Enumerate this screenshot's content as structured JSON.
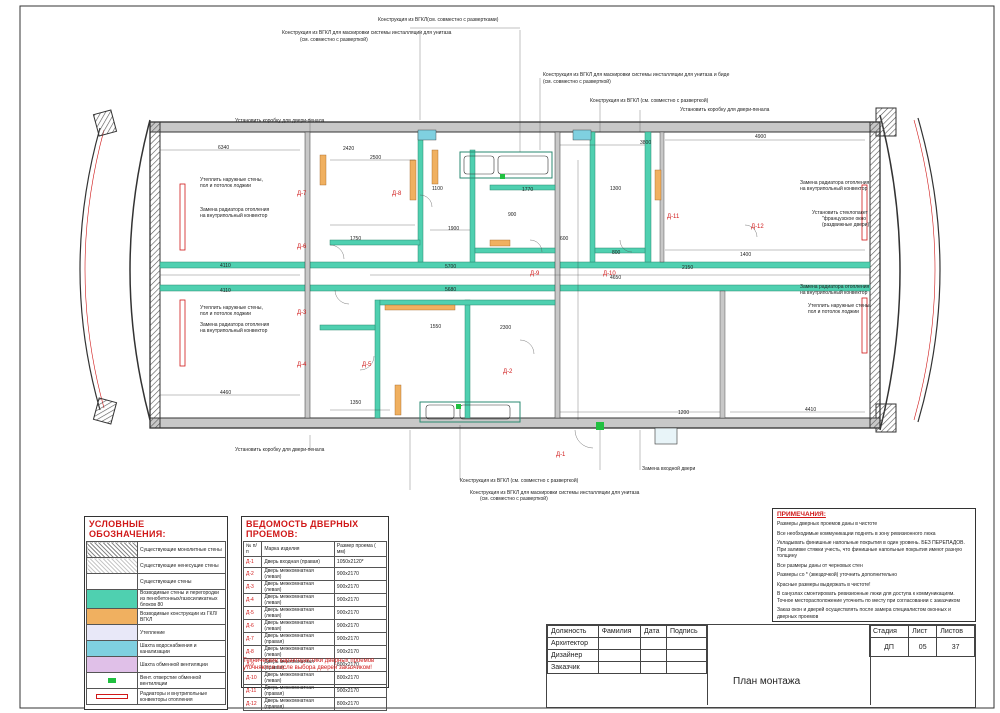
{
  "top_notes": [
    "Конструкция из ВГКЛ(см. совместно с развертками)",
    "Конструкция из ВГКЛ для маскировки системы инсталляции для унитаза",
    "(см. совместно с разверткой)",
    "Конструкция из ВГКЛ для маскировки системы инсталляции для унитаза и биде",
    "(см. совместно с разверткой)",
    "Конструкция из ВГКЛ (см. совместно с разверткой)",
    "Установить коробку для двери-пенала",
    "Установить коробку для двери-пенала"
  ],
  "side_notes": [
    "Утеплить наружные стены,",
    "пол и потолок лоджии",
    "Замена радиатора отопления",
    "на внутрипольный конвектор",
    "Утеплить наружные стены,",
    "пол и потолок лоджии",
    "Замена радиатора отопления",
    "на внутрипольный конвектор",
    "Замена радиатора отопления",
    "на внутрипольный конвектор",
    "Установить стеклопакет",
    "\"французское окно",
    "(раздвижные двери)\"",
    "Замена радиатора отопления",
    "на внутрипольный конвектор",
    "Утеплить наружные стены,",
    "пол и потолок лоджии"
  ],
  "bottom_notes": [
    "Установить коробку для двери-пенала",
    "Конструкция из ВГКЛ (см. совместно с разверткой)",
    "Конструкция из ВГКЛ для маскировки системы инсталляции для унитаза",
    "(см. совместно с разверткой)",
    "Замена входной двери"
  ],
  "door_tags": [
    "Д-1",
    "Д-2",
    "Д-3",
    "Д-4",
    "Д-5",
    "Д-6",
    "Д-7",
    "Д-8",
    "Д-9",
    "Д-10",
    "Д-11",
    "Д-12"
  ],
  "dimensions": [
    "6340",
    "2420",
    "2500",
    "4110",
    "4110",
    "4460",
    "5700",
    "5680",
    "4900",
    "3800",
    "4410",
    "4650",
    "1900",
    "2300",
    "1350",
    "2150",
    "1770",
    "1100",
    "900",
    "800",
    "600",
    "1750",
    "1550",
    "1400",
    "1300",
    "1200"
  ],
  "legend": {
    "title": "УСЛОВНЫЕ ОБОЗНАЧЕНИЯ:",
    "items": [
      {
        "label": "Существующие монолитные стены",
        "color": "#8a8a8a",
        "pattern": "hatch"
      },
      {
        "label": "Существующие ненесущие стены",
        "color": "#c8c8c8",
        "pattern": "hatch"
      },
      {
        "label": "Существующие стены",
        "color": "#ffffff",
        "pattern": "plain"
      },
      {
        "label": "Возводимые стены и перегородки из пенобетонных/газосиликатных блоков 80",
        "color": "#4fd0b0",
        "pattern": "fill"
      },
      {
        "label": "Возводимые конструкции из ГКЛ/ВГКЛ",
        "color": "#f0b060",
        "pattern": "fill"
      },
      {
        "label": "Утепление",
        "color": "#e8e8f8",
        "pattern": "fill"
      },
      {
        "label": "Шахта водоснабжения и канализации",
        "color": "#7fd0e0",
        "pattern": "fill"
      },
      {
        "label": "Шахта обменной вентиляции",
        "color": "#e0c0e8",
        "pattern": "fill"
      },
      {
        "label": "Вент. отверстие обменной вентиляции",
        "color": "#20c040",
        "pattern": "fill"
      },
      {
        "label": "Радиаторы и внутрипольные конвекторы отопления",
        "color": "#d01818",
        "pattern": "outline"
      }
    ]
  },
  "doors": {
    "title": "ВЕДОМОСТЬ ДВЕРНЫХ ПРОЕМОВ:",
    "headers": [
      "№ п/п",
      "Марка изделия",
      "Размер проема ( мм)"
    ],
    "rows": [
      [
        "Д-1",
        "Дверь входная (правая)",
        "1050х2120*"
      ],
      [
        "Д-2",
        "Дверь межкомнатная (левая)",
        "900х2170"
      ],
      [
        "Д-3",
        "Дверь межкомнатная (левая)",
        "900х2170"
      ],
      [
        "Д-4",
        "Дверь межкомнатная (левая)",
        "900х2170"
      ],
      [
        "Д-5",
        "Дверь межкомнатная (левая)",
        "900х2170"
      ],
      [
        "Д-6",
        "Дверь межкомнатная (левая)",
        "900х2170"
      ],
      [
        "Д-7",
        "Дверь межкомнатная (правая)",
        "900х2170"
      ],
      [
        "Д-8",
        "Дверь межкомнатная (левая)",
        "900х2170"
      ],
      [
        "Д-9",
        "Дверь межкомнатная (правая)",
        "800х2170"
      ],
      [
        "Д-10",
        "Дверь межкомнатная (левая)",
        "800х2170"
      ],
      [
        "Д-11",
        "Дверь межкомнатная (правая)",
        "900х2170"
      ],
      [
        "Д-12",
        "Дверь межкомнатная (правая)",
        "800х2170"
      ]
    ],
    "footnote": "Технические характеристики дверных проемов уточняются после выбора дверей заказчиком!"
  },
  "notes": {
    "title": "ПРИМЕЧАНИЯ:",
    "items": [
      "Размеры дверных проемов даны в чистоте",
      "Все необходимые коммуникации поднять в зону ревизионного люка",
      "Укладывать финишные напольные покрытия в один уровень. БЕЗ ПЕРЕПАДОВ. При заливке стяжки учесть, что финишные напольные покрытия имеют разную толщину",
      "Все размеры даны от черновых стен",
      "Размеры со * (звездочкой) уточнить дополнительно",
      "Красные размеры выдержать в чистоте!",
      "В санузлах смонтировать ревизионные люки для доступа к коммуникациям. Точное месторасположение уточнить по месту при согласовании с заказчиком",
      "Заказ окон и дверей осуществлять после замера специалистом оконных и дверных проемов"
    ]
  },
  "title_block": {
    "cols": [
      "Должность",
      "Фамилия",
      "Дата",
      "Подпись"
    ],
    "roles": [
      "Архитектор",
      "Дизайнер",
      "Заказчик"
    ],
    "stage_label": "Стадия",
    "sheet_label": "Лист",
    "sheets_label": "Листов",
    "stage": "ДП",
    "sheet": "05",
    "sheets": "37",
    "drawing_title": "План монтажа"
  }
}
